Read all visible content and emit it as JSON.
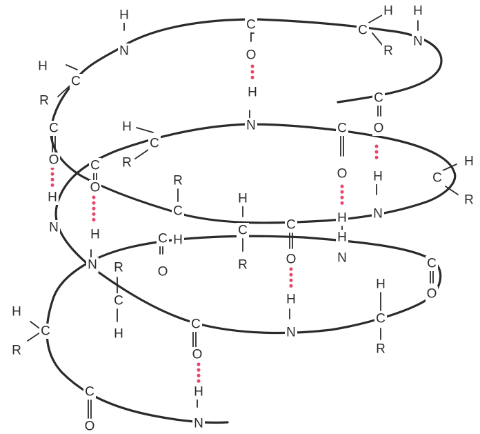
{
  "diagram": {
    "colors": {
      "background": "#ffffff",
      "backbone": "#2b2b2b",
      "atoms": "#2b2b2b",
      "hydrogen_bond": "#e8456b"
    },
    "elements": {
      "nitrogen": "N",
      "hydrogen": "H",
      "carbon": "C",
      "oxygen": "O",
      "side_chain": "R"
    },
    "hydrogen_bond_count": 7
  }
}
